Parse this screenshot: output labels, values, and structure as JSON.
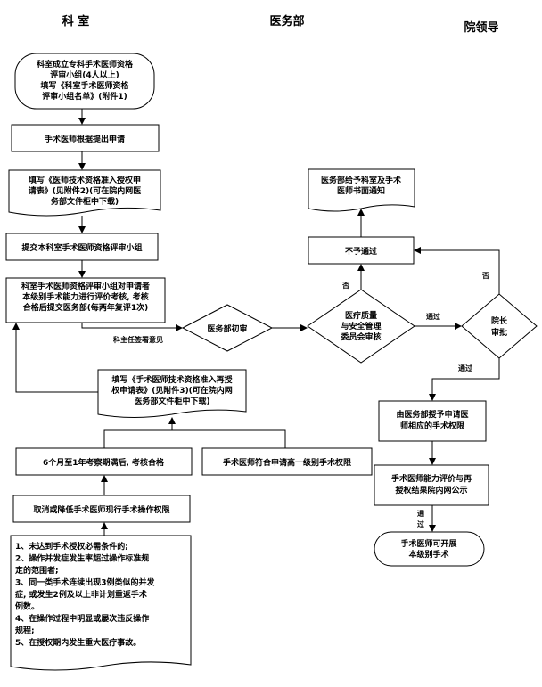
{
  "headers": {
    "dept": "科 室",
    "medical": "医务部",
    "leaders": "院领导"
  },
  "nodes": {
    "n1": [
      "科室成立专科手术医师资格",
      "评审小组(4人以上)",
      "填写《科室手术医师资格",
      "评审小组名单》(附件1)"
    ],
    "n2": [
      "手术医师根据提出申请"
    ],
    "n3": [
      "填写《医师技术资格准入授权申",
      "请表》(见附件2)(可在院内网医",
      "务部文件柜中下载)"
    ],
    "n4": [
      "提交本科室手术医师资格评审小组"
    ],
    "n5": [
      "科室手术医师资格评审小组对申请者",
      "本级别手术能力进行评价考核, 考核",
      "合格后提交医务部(每两年复评1次)"
    ],
    "n6": [
      "填写《手术医师技术资格准入再授",
      "权申请表》(见附件3)(可在院内网",
      "医务部文件柜中下载)"
    ],
    "n7": [
      "6个月至1年考察期满后, 考核合格"
    ],
    "n8": [
      "手术医师符合申请高一级别手术权限"
    ],
    "n9": [
      "取消或降低手术医师现行手术操作权限"
    ],
    "n10": [
      "1、未达到手术授权必需条件的;",
      "2、操作并发症发生率超过操作标准规",
      "定的范围者;",
      "3、同一类手术连续出现3例类似的并发",
      "症, 或发生2例及以上非计划重返手术",
      "例数。",
      "4、在操作过程中明显或屡次违反操作",
      "规程;",
      "5、在授权期内发生重大医疗事故。"
    ],
    "m1": [
      "医务部给予科室及手术",
      "医师书面通知"
    ],
    "m2": [
      "不予通过"
    ],
    "m3": [
      "医务部初审"
    ],
    "m4": [
      "医疗质量",
      "与安全管理",
      "委员会审核"
    ],
    "m5": [
      "由医务部授予申请医",
      "师相应的手术权限"
    ],
    "m6": [
      "手术医师能力评价与再",
      "授权结果院内网公示"
    ],
    "m7": [
      "手术医师可开展",
      "本级别手术"
    ],
    "l1": [
      "院长",
      "审批"
    ]
  },
  "edge_labels": {
    "sign": "科主任签署意见",
    "no1": "否",
    "no2": "否",
    "pass1": "通过",
    "pass2": "通过",
    "pass3": [
      "通",
      "过"
    ]
  }
}
